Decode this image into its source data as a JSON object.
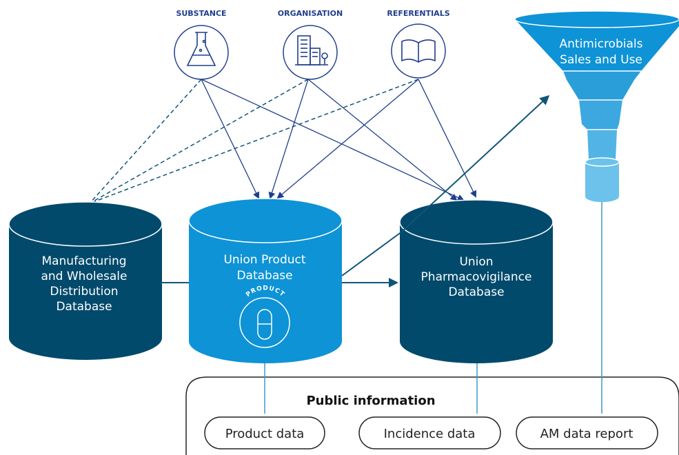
{
  "sources": [
    {
      "label": "SUBSTANCE",
      "icon": "flask-icon"
    },
    {
      "label": "ORGANISATION",
      "icon": "building-icon"
    },
    {
      "label": "REFERENTIALS",
      "icon": "book-icon"
    }
  ],
  "databases": {
    "mwd": {
      "lines": [
        "Manufacturing",
        "and Wholesale",
        "Distribution",
        "Database"
      ]
    },
    "upd": {
      "lines": [
        "Union Product",
        "Database"
      ],
      "badge": "PRODUCT"
    },
    "upv": {
      "lines": [
        "Union",
        "Pharmacovigilance",
        "Database"
      ]
    }
  },
  "funnel": {
    "lines": [
      "Antimicrobials",
      "Sales and Use"
    ]
  },
  "public": {
    "title": "Public information",
    "items": [
      "Product data",
      "Incidence data",
      "AM data report"
    ]
  },
  "colors": {
    "navy": "#014a6c",
    "blue": "#0e93d6",
    "ink": "#1f3e8c",
    "arrow": "#0f5577"
  }
}
